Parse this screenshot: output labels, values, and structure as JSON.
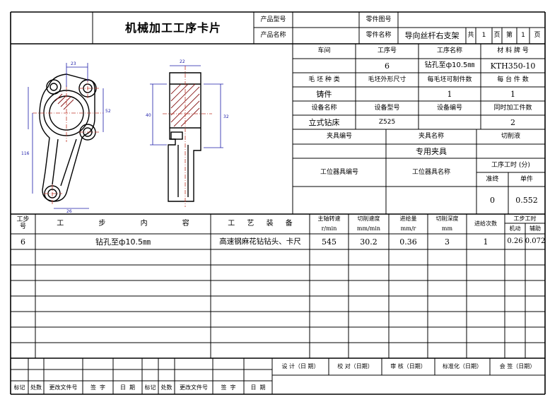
{
  "header": {
    "title": "机械加工工序卡片",
    "product_model_label": "产品型号",
    "product_model": "",
    "product_name_label": "产品名称",
    "product_name": "",
    "part_drawing_no_label": "零件图号",
    "part_drawing_no": "",
    "part_name_label": "零件名称",
    "part_name": "导向丝杆右支架",
    "total_label": "共",
    "total_pages": "1",
    "page_unit": "页",
    "page_no_label": "第",
    "page_no": "1",
    "page_unit2": "页"
  },
  "info": {
    "workshop_label": "车间",
    "process_no_label": "工序号",
    "process_name_label": "工序名称",
    "material_label": "材 料 牌 号",
    "workshop": "",
    "process_no": "6",
    "process_name": "钻孔至ф10.5㎜",
    "material": "KTH350-10",
    "blank_type_label": "毛 坯 种 类",
    "blank_size_label": "毛坯外形尺寸",
    "per_blank_label": "每毛坯可制件数",
    "per_unit_label": "每 台 件 数",
    "blank_type": "铸件",
    "blank_size": "",
    "per_blank": "1",
    "per_unit": "1",
    "equip_name_label": "设备名称",
    "equip_model_label": "设备型号",
    "equip_no_label": "设备编号",
    "simul_label": "同时加工件数",
    "equip_name": "立式钻床",
    "equip_model": "Z525",
    "equip_no": "",
    "simul": "2",
    "fixture_no_label": "夹具编号",
    "fixture_name_label": "夹具名称",
    "coolant_label": "切削液",
    "fixture_no": "",
    "fixture_name": "专用夹具",
    "coolant": "",
    "station_tool_no_label": "工位器具编号",
    "station_tool_name_label": "工位器具名称",
    "process_time_label": "工序工时 (分)",
    "prep_label": "准终",
    "unit_label": "单件",
    "prep_time": "0",
    "unit_time": "0.552"
  },
  "steps_header": {
    "step_no": "工步\n号",
    "step_content": "工 步 内 容",
    "equipment": "工 艺 装 备",
    "spindle": "主轴转速",
    "spindle_unit": "r/min",
    "speed": "切削速度",
    "speed_unit": "mm/min",
    "feed": "进给量",
    "feed_unit": "mm/r",
    "depth": "切削深度",
    "depth_unit": "mm",
    "passes": "进给次数",
    "step_time": "工步工时",
    "machine_time": "机动",
    "aux_time": "辅助"
  },
  "steps": [
    {
      "no": "6",
      "content": "钻孔至ф10.5㎜",
      "equipment": "高速钢麻花钻钻头、卡尺",
      "spindle": "545",
      "speed": "30.2",
      "feed": "0.36",
      "depth": "3",
      "passes": "1",
      "machine": "0.26",
      "aux": "0.072"
    }
  ],
  "footer": {
    "design": "设 计（日 期）",
    "check": "校 对（日期）",
    "review": "审 核（日期）",
    "standard": "标准化（日期）",
    "sign": "会 签（日期）",
    "mark": "标记",
    "count": "处数",
    "change_doc": "更改文件号",
    "signature": "签  字",
    "date": "日  期",
    "mark2": "标记",
    "count2": "处数",
    "change_doc2": "更改文件号",
    "signature2": "签  字",
    "date2": "日  期"
  }
}
